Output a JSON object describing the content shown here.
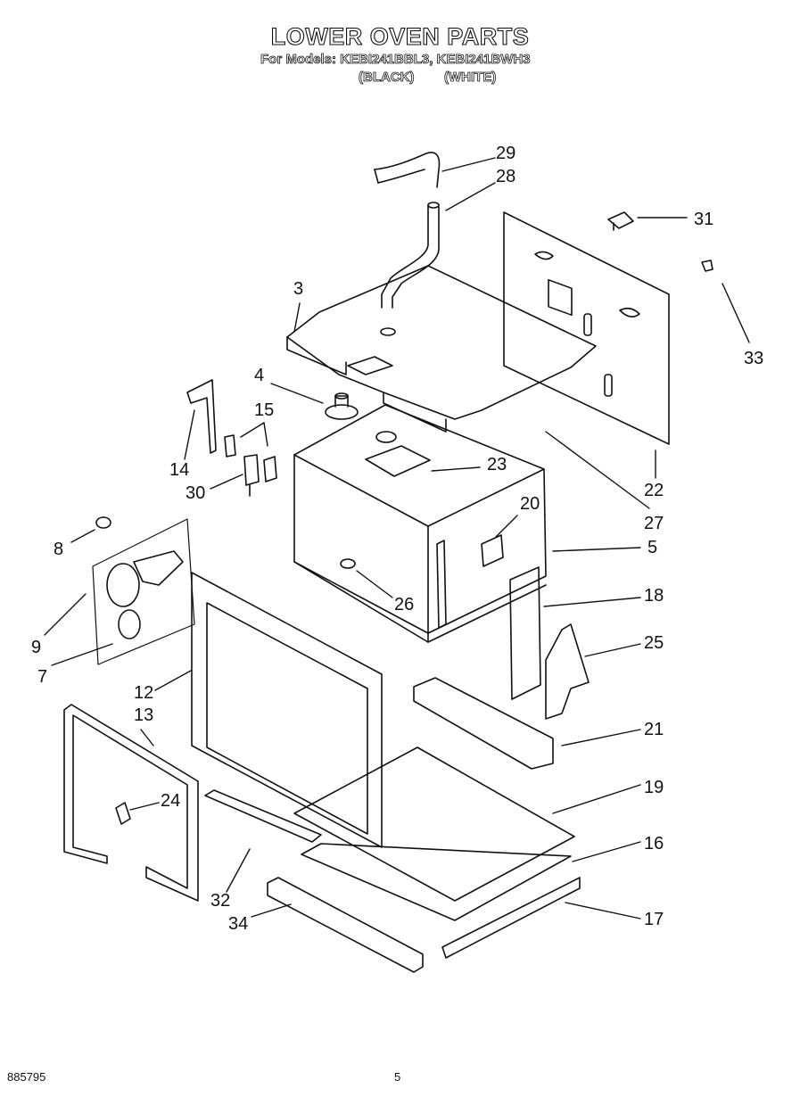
{
  "header": {
    "title": "LOWER OVEN PARTS",
    "models_line": "For Models: KEBI241BBL3, KEBI241BWH3",
    "variant_black": "(BLACK)",
    "variant_white": "(WHITE)"
  },
  "callouts": [
    "29",
    "28",
    "31",
    "3",
    "33",
    "4",
    "15",
    "14",
    "23",
    "30",
    "22",
    "27",
    "20",
    "8",
    "5",
    "26",
    "18",
    "9",
    "25",
    "7",
    "12",
    "13",
    "21",
    "19",
    "24",
    "16",
    "32",
    "17",
    "34"
  ],
  "footer": {
    "doc_number": "885795",
    "page_number": "5"
  }
}
